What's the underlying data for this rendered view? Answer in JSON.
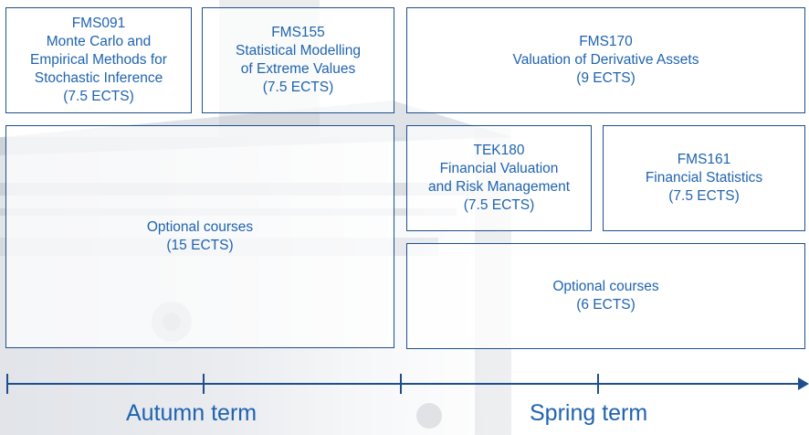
{
  "colors": {
    "box_border": "#1e4f8c",
    "text": "#1f63b0",
    "axis": "#1e4f8c"
  },
  "courses": {
    "fms091": {
      "code": "FMS091",
      "title_line1": "Monte Carlo and",
      "title_line2": "Empirical Methods for",
      "title_line3": "Stochastic Inference",
      "credits": "(7.5 ECTS)"
    },
    "fms155": {
      "code": "FMS155",
      "title_line1": "Statistical Modelling",
      "title_line2": "of Extreme Values",
      "credits": "(7.5 ECTS)"
    },
    "fms170": {
      "code": "FMS170",
      "title_line1": "Valuation of Derivative Assets",
      "credits": "(9 ECTS)"
    },
    "optional_autumn": {
      "title": "Optional courses",
      "credits": "(15 ECTS)"
    },
    "tek180": {
      "code": "TEK180",
      "title_line1": "Financial Valuation",
      "title_line2": "and Risk Management",
      "credits": "(7.5 ECTS)"
    },
    "fms161": {
      "code": "FMS161",
      "title_line1": "Financial Statistics",
      "credits": "(7.5 ECTS)"
    },
    "optional_spring": {
      "title": "Optional courses",
      "credits": "(6 ECTS)"
    }
  },
  "timeline": {
    "autumn_label": "Autumn term",
    "spring_label": "Spring term"
  }
}
